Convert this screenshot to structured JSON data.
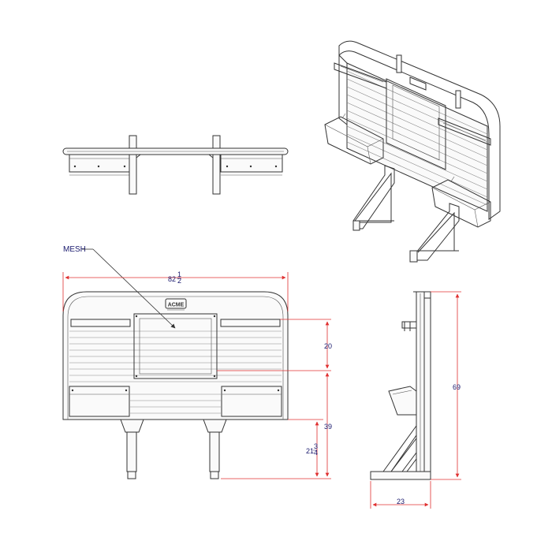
{
  "labels": {
    "mesh": "MESH",
    "logo": "ACME"
  },
  "dimensions": {
    "width_whole": "82",
    "width_num": "1",
    "width_den": "2",
    "upper_height": "20",
    "lower_height": "39",
    "leg_whole": "21",
    "leg_num": "3",
    "leg_den": "4",
    "total_height": "69",
    "depth": "23"
  },
  "colors": {
    "line": "#333333",
    "dimension": "#e03030",
    "text": "#1a1a6e"
  }
}
